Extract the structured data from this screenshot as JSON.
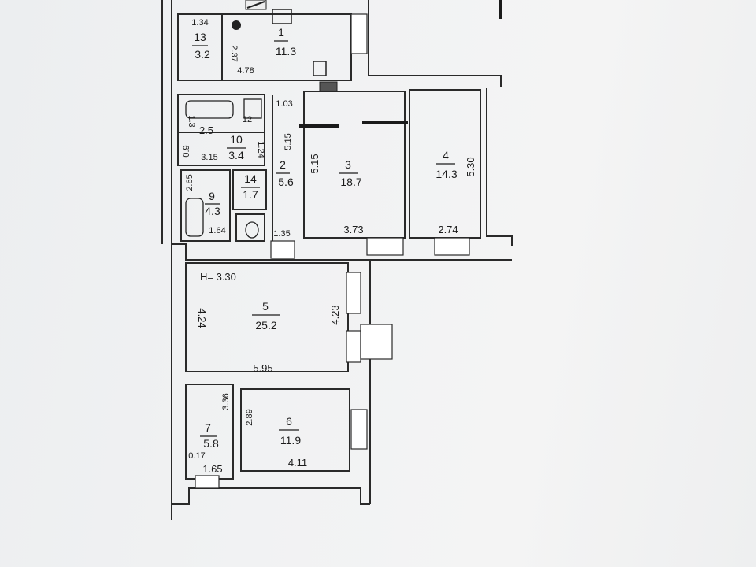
{
  "plan": {
    "ceiling_height": "H= 3.30",
    "rooms": [
      {
        "id": "1",
        "area": "11.3"
      },
      {
        "id": "2",
        "area": "5.6"
      },
      {
        "id": "3",
        "area": "18.7"
      },
      {
        "id": "4",
        "area": "14.3"
      },
      {
        "id": "5",
        "area": "25.2"
      },
      {
        "id": "6",
        "area": "11.9"
      },
      {
        "id": "7",
        "area": "5.8"
      },
      {
        "id": "9",
        "area": "4.3"
      },
      {
        "id": "10",
        "area": "3.4"
      },
      {
        "id": "12",
        "area": "2.5"
      },
      {
        "id": "13",
        "area": "3.2"
      },
      {
        "id": "14",
        "area": "1.7"
      }
    ],
    "dimensions": {
      "d_1_34": "1.34",
      "d_2_37": "2.37",
      "d_4_78": "4.78",
      "d_1_03": "1.03",
      "d_5_15_corridor": "5.15",
      "d_5_15_room3": "5.15",
      "d_3_73": "3.73",
      "d_5_30": "5.30",
      "d_2_74": "2.74",
      "d_1_35": "1.35",
      "d_3_15": "3.15",
      "d_0_9": "0.9",
      "d_1_3": "1.3",
      "d_1_24": "1.24",
      "d_2_65": "2.65",
      "d_1_64": "1.64",
      "d_4_24": "4.24",
      "d_4_23": "4.23",
      "d_5_95": "5.95",
      "d_3_36": "3.36",
      "d_2_89": "2.89",
      "d_4_11": "4.11",
      "d_1_65": "1.65",
      "d_0_17": "0.17"
    }
  }
}
